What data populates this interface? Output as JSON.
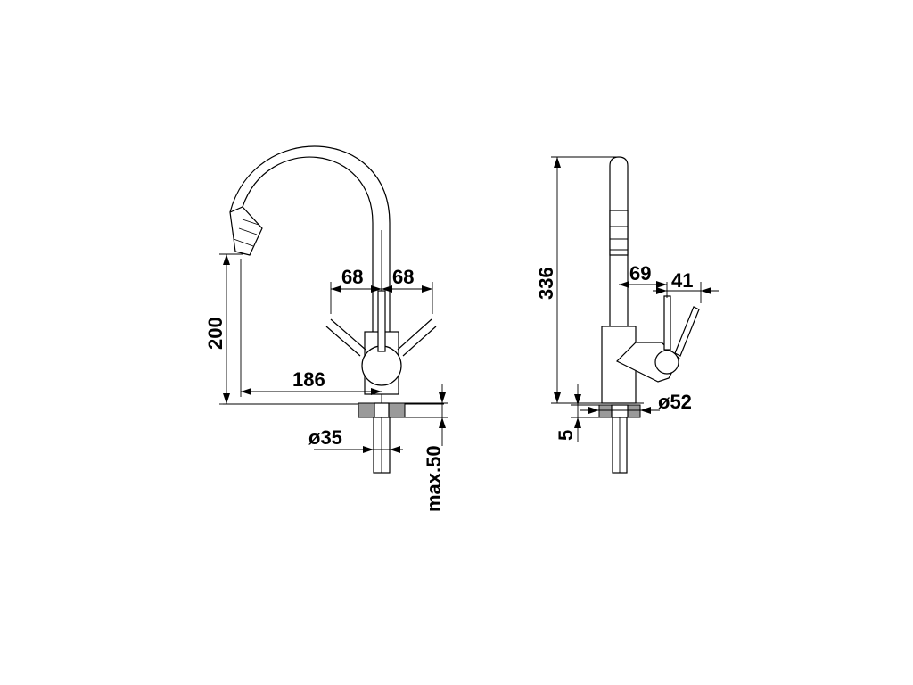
{
  "front_view": {
    "dimensions": {
      "spout_height": "200",
      "spout_reach": "186",
      "handle_left_reach": "68",
      "handle_right_reach": "68",
      "shank_diameter": "ø35",
      "max_thickness": "max.50"
    }
  },
  "side_view": {
    "dimensions": {
      "total_height": "336",
      "body_projection": "69",
      "handle_projection": "41",
      "base_diameter": "ø52",
      "base_height": "5"
    }
  },
  "colors": {
    "line": "#000000",
    "hatch": "#9a9a9a",
    "background": "#ffffff"
  }
}
